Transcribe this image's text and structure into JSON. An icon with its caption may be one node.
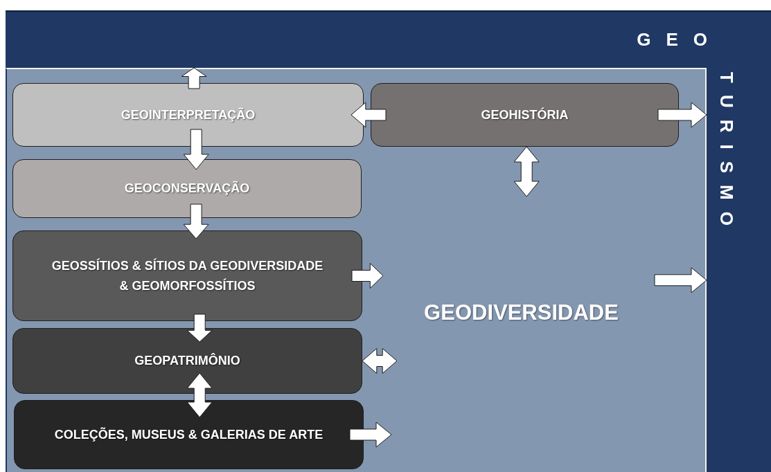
{
  "diagram": {
    "nodes": [
      {
        "text": [
          "GEO"
        ]
      },
      {
        "text": [
          "TURISMO"
        ]
      },
      {
        "text": [
          "GEOINTERPRETAÇÃO"
        ]
      },
      {
        "text": [
          "GEOHISTÓRIA"
        ]
      },
      {
        "text": [
          "GEOCONSERVAÇÃO"
        ]
      },
      {
        "text": [
          "GEOSSÍTIOS & SÍTIOS DA GEODIVERSIDADE & GEOMORFOSSÍTIOS"
        ]
      },
      {
        "text": [
          "GEOPATRIMÔNIO"
        ]
      },
      {
        "text": [
          "GEODIVERSIDADE"
        ]
      },
      {
        "text": [
          "COLEÇÕES, MUSEUS & GALERIAS DE ARTE"
        ]
      }
    ],
    "edges": [
      {
        "from": 2,
        "to": 0,
        "arrow": "to"
      },
      {
        "from": 3,
        "to": 2,
        "arrow": "to"
      },
      {
        "from": 3,
        "to": 1,
        "arrow": "to"
      },
      {
        "from": 3,
        "to": null,
        "arrow": "both"
      },
      {
        "from": 2,
        "to": 4,
        "arrow": "to"
      },
      {
        "from": 4,
        "to": 5,
        "arrow": "to"
      },
      {
        "from": 5,
        "to": null,
        "arrow": "to"
      },
      {
        "from": 5,
        "to": 6,
        "arrow": "to"
      },
      {
        "from": 6,
        "to": null,
        "arrow": "both"
      },
      {
        "from": 6,
        "to": 8,
        "arrow": "both"
      },
      {
        "from": 8,
        "to": null,
        "arrow": "to"
      },
      {
        "from": 7,
        "to": 1,
        "arrow": "to"
      }
    ]
  }
}
